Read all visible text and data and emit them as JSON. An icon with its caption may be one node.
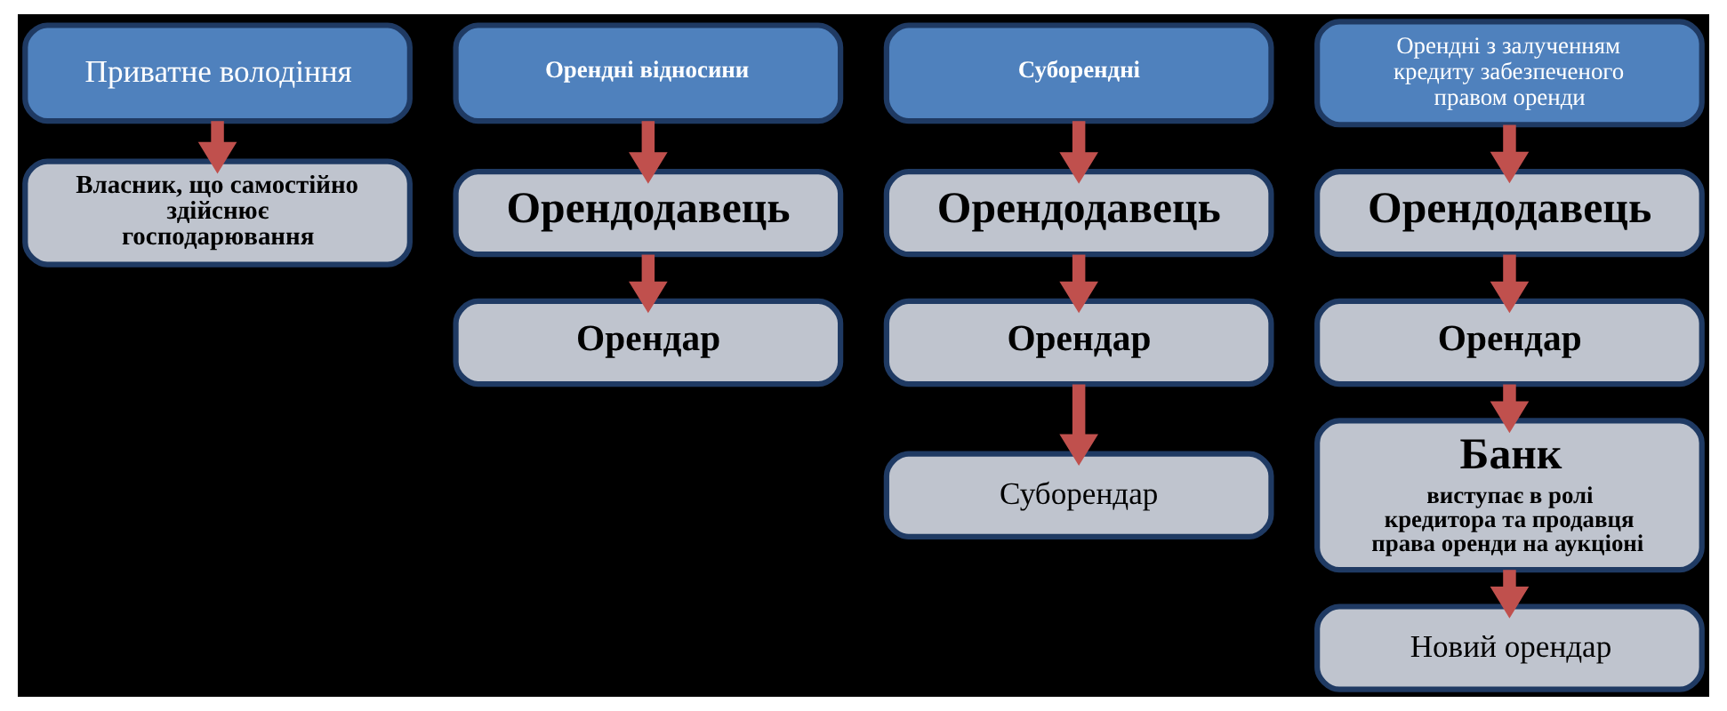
{
  "diagram": {
    "nodes": [
      {
        "text": [
          "Приватне володіння"
        ]
      },
      {
        "text": [
          "Власник, що самостійно здійснює господарювання"
        ]
      },
      {
        "text": [
          "Орендні відносини"
        ]
      },
      {
        "text": [
          "Орендодавець"
        ]
      },
      {
        "text": [
          "Орендар"
        ]
      },
      {
        "text": [
          "Суборендні"
        ]
      },
      {
        "text": [
          "Орендодавець"
        ]
      },
      {
        "text": [
          "Орендар"
        ]
      },
      {
        "text": [
          "Суборендар"
        ]
      },
      {
        "text": [
          "Орендні з залученням кредиту забезпеченого правом оренди"
        ]
      },
      {
        "text": [
          "Орендодавець"
        ]
      },
      {
        "text": [
          "Орендар"
        ]
      },
      {
        "text": [
          "Банк",
          "виступає в ролі кредитора та продавця права оренди на аукціоні"
        ]
      },
      {
        "text": [
          "Новий орендар"
        ]
      }
    ],
    "edges": [
      {
        "from": 0,
        "to": 1,
        "arrow": "to"
      },
      {
        "from": 2,
        "to": 3,
        "arrow": "to"
      },
      {
        "from": 3,
        "to": 4,
        "arrow": "to"
      },
      {
        "from": 5,
        "to": 6,
        "arrow": "to"
      },
      {
        "from": 6,
        "to": 7,
        "arrow": "to"
      },
      {
        "from": 7,
        "to": 8,
        "arrow": "to"
      },
      {
        "from": 9,
        "to": 10,
        "arrow": "to"
      },
      {
        "from": 10,
        "to": 11,
        "arrow": "to"
      },
      {
        "from": 11,
        "to": 12,
        "arrow": "to"
      },
      {
        "from": 12,
        "to": 13,
        "arrow": "to"
      }
    ]
  }
}
